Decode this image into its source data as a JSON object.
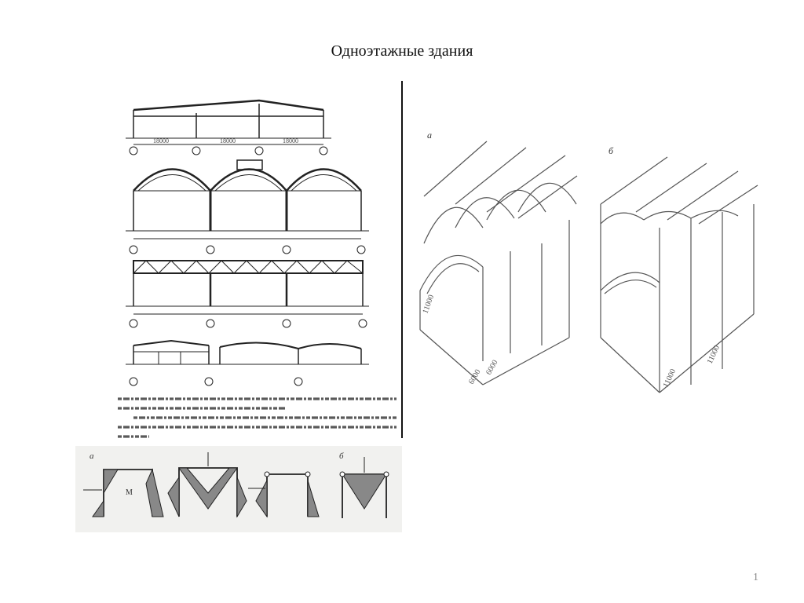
{
  "slide": {
    "title": "Одноэтажные здания",
    "page_number": "1"
  },
  "figures": {
    "sections": {
      "dimension_marks": [
        "18000",
        "18000",
        "18000"
      ]
    },
    "isometric": {
      "label_a": "а",
      "label_b": "б",
      "dim_a_height": "11000",
      "dim_a_span_1": "6000",
      "dim_a_span_2": "6000",
      "dim_b_height": "11000",
      "dim_b_span": "11000"
    },
    "frames": {
      "label_a": "а",
      "label_b": "б",
      "moment_label": "M"
    }
  }
}
